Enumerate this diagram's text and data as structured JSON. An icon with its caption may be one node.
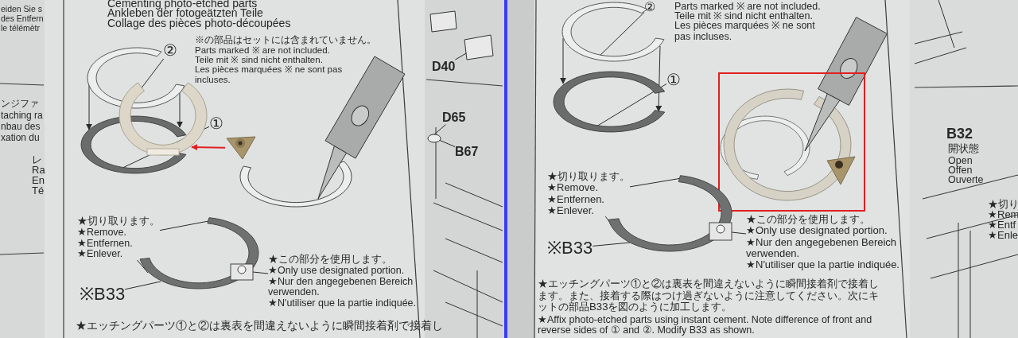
{
  "diagram": {
    "nodes": [
      {
        "text": [
          "②"
        ]
      },
      {
        "text": [],
        "shape": "picture"
      },
      {
        "text": [
          "①"
        ]
      },
      {
        "text": [],
        "shape": "picture"
      },
      {
        "text": [],
        "shape": "picture"
      },
      {
        "text": [],
        "shape": "picture"
      },
      {
        "text": [
          "D40"
        ]
      },
      {
        "text": [],
        "shape": "box"
      },
      {
        "text": [
          "D65"
        ]
      },
      {
        "text": [],
        "shape": "circle"
      },
      {
        "text": [
          "B67"
        ]
      },
      {
        "text": [
          "★切り取ります。",
          "★Remove.",
          "★Entfernen.",
          "★Enlever."
        ]
      },
      {
        "text": [],
        "shape": "picture"
      },
      {
        "text": [
          "★この部分を使用します。",
          "★Only use designated portion.",
          "★Nur den angegebenen Bereich verwenden.",
          "★N'utiliser que la partie indiquée."
        ]
      },
      {
        "text": [
          "※B33"
        ]
      },
      {
        "text": [
          "②"
        ]
      },
      {
        "text": [],
        "shape": "picture"
      },
      {
        "text": [
          "①"
        ]
      },
      {
        "text": [],
        "shape": "picture"
      },
      {
        "text": [
          "★切り取ります。",
          "★Remove.",
          "★Entfernen.",
          "★Enlever."
        ]
      },
      {
        "text": [],
        "shape": "picture"
      },
      {
        "text": [
          "★この部分を使用します。",
          "★Only use designated portion.",
          "★Nur den angegebenen Bereich verwenden.",
          "★N'utiliser que la partie indiquée."
        ]
      },
      {
        "text": [
          "※B33"
        ]
      }
    ],
    "edges": [
      {
        "from": 0,
        "to": 1,
        "arrow": "none"
      },
      {
        "from": 1,
        "to": 3,
        "arrow": "to"
      },
      {
        "from": 1,
        "to": 3,
        "arrow": "to"
      },
      {
        "from": 2,
        "to": 3,
        "arrow": "none"
      },
      {
        "from": 5,
        "to": 4,
        "arrow": "to",
        "color": "#e02020"
      },
      {
        "from": 6,
        "to": 7,
        "arrow": "none"
      },
      {
        "from": 8,
        "to": 9,
        "arrow": "none"
      },
      {
        "from": 10,
        "to": 9,
        "arrow": "none"
      },
      {
        "from": 11,
        "to": 12,
        "arrow": "none"
      },
      {
        "from": 11,
        "to": 12,
        "arrow": "none"
      },
      {
        "from": 13,
        "to": 12,
        "arrow": "none"
      },
      {
        "from": 14,
        "to": 12,
        "arrow": "none"
      },
      {
        "from": 15,
        "to": 16,
        "arrow": "none"
      },
      {
        "from": 16,
        "to": 18,
        "arrow": "to"
      },
      {
        "from": 16,
        "to": 18,
        "arrow": "to"
      },
      {
        "from": 17,
        "to": 18,
        "arrow": "none"
      },
      {
        "from": 19,
        "to": 20,
        "arrow": "none"
      },
      {
        "from": 19,
        "to": 20,
        "arrow": "none"
      },
      {
        "from": 21,
        "to": 20,
        "arrow": "none"
      },
      {
        "from": 22,
        "to": 20,
        "arrow": "none"
      }
    ],
    "labels": [
      "Cementing photo-etched parts",
      "Ankleben der fotogeätzten Teile",
      "Collage des pièces photo-découpées",
      "※の部品はセットには含まれていません。",
      "Parts marked ※ are not included.",
      "Teile mit ※ sind nicht enthalten.",
      "Les pièces marquées ※ ne sont pas incluses.",
      "★エッチングパーツ①と②は裏表を間違えないように瞬間接着剤で接着し",
      "eiden Sie s",
      "des Entfern",
      "le télémètr",
      "ンジファ",
      "taching ra",
      "nbau des",
      "xation du",
      "レ",
      "Ra",
      "En",
      "Té",
      "Parts marked ※ are not included.",
      "Teile mit ※ sind nicht enthalten.",
      "Les pièces marquées ※ ne sont pas incluses.",
      "★エッチングパーツ①と②は裏表を間違えないように瞬間接着剤で接着します。また、接着する際はつけ過ぎないように注意してください。次にキットの部品B33を図のように加工します。",
      "★Affix photo-etched parts using instant cement. Note difference of front and reverse sides of ① and ②. Modify B33 as shown.",
      "B32",
      "開状態",
      "Open",
      "Offen",
      "Ouverte",
      "★切り",
      "★Rem",
      "★Entf",
      "★Enle"
    ]
  }
}
